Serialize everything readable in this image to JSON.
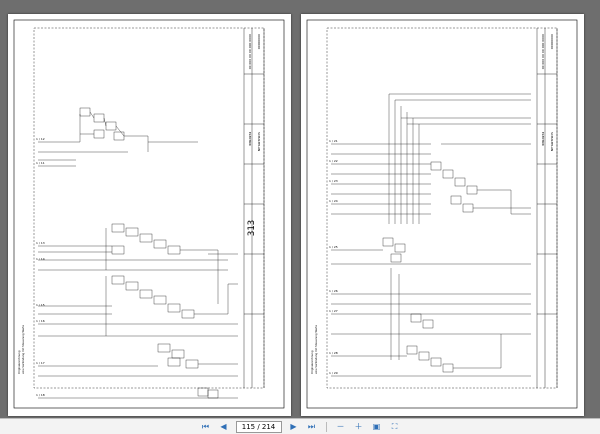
{
  "toolbar": {
    "page_display": "115 / 214",
    "icons": [
      "first-page-icon",
      "prev-page-icon",
      "next-page-icon",
      "last-page-icon",
      "zoom-out-icon",
      "zoom-in-icon",
      "fit-page-icon",
      "fullscreen-icon"
    ]
  },
  "left_sheet": {
    "page_number": "313",
    "footer_note": "eine Verbindung mit Steuerung Werte"
  },
  "right_sheet": {
    "footer_note": "eine Verbindung mit Steuerung Werte"
  }
}
